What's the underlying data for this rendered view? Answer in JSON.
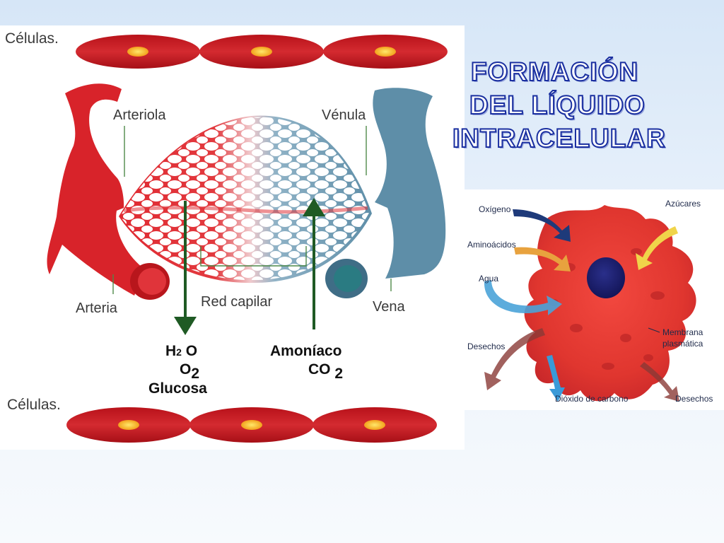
{
  "diagram": {
    "cells_top": "Células.",
    "cells_bottom": "Células.",
    "arteriole": "Arteriola",
    "venule": "Vénula",
    "artery": "Arteria",
    "vein": "Vena",
    "capillary_network": "Red capilar",
    "outgoing": {
      "line1": "H",
      "line1_sub": "2",
      "line1_rest": " O",
      "line2": "O",
      "line2_sub": "2",
      "line3": "Glucosa"
    },
    "incoming": {
      "line1": "Amoníaco",
      "line2": "CO",
      "line2_sub": " 2"
    }
  },
  "title": {
    "line1": "FORMACIÓN",
    "line2": "DEL LÍQUIDO",
    "line3": "INTRACELULAR"
  },
  "cell_figure": {
    "oxygen": "Oxígeno",
    "sugars": "Azúcares",
    "amino_acids": "Aminoácidos",
    "water": "Agua",
    "waste_left": "Desechos",
    "membrane_1": "Membrana",
    "membrane_2": "plasmática",
    "co2": "Dióxido de carbono",
    "waste_right": "Desechos"
  },
  "colors": {
    "artery_red": "#d8232a",
    "vein_blue": "#5e8ea8",
    "arrow_green": "#1f5a24",
    "title_blue": "#1a2fa0"
  }
}
